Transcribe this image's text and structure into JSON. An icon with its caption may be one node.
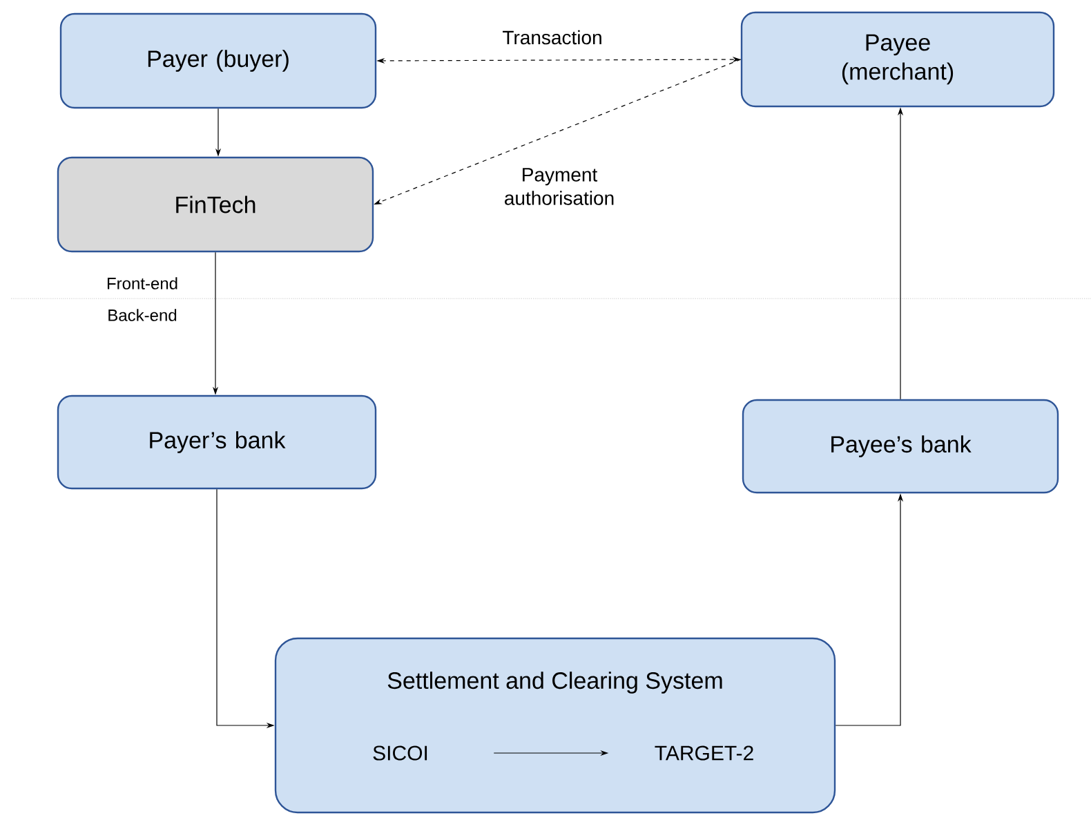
{
  "diagram": {
    "nodes": [
      {
        "text": [
          "Payer (buyer)"
        ]
      },
      {
        "text": [
          "Payee (merchant)"
        ]
      },
      {
        "text": [
          "FinTech"
        ]
      },
      {
        "text": [
          "Payer’s bank"
        ]
      },
      {
        "text": [
          "Payee’s bank"
        ]
      },
      {
        "text": [
          "Settlement and Clearing System"
        ]
      },
      {
        "text": [
          "SICOI"
        ],
        "in": 5
      },
      {
        "text": [
          "TARGET-2"
        ],
        "in": 5
      }
    ],
    "edges": [
      {
        "from": 0,
        "to": 1,
        "arrow": "both",
        "style": "dashed",
        "label": "Transaction"
      },
      {
        "from": 1,
        "to": 2,
        "arrow": "to",
        "style": "dashed",
        "label": "Payment authorisation"
      },
      {
        "from": 0,
        "to": 2,
        "arrow": "to"
      },
      {
        "from": 2,
        "to": 3,
        "arrow": "to"
      },
      {
        "from": 3,
        "to": 5,
        "arrow": "to"
      },
      {
        "from": 5,
        "to": 4,
        "arrow": "to"
      },
      {
        "from": 4,
        "to": 1,
        "arrow": "to"
      },
      {
        "from": 6,
        "to": 7,
        "arrow": "to"
      }
    ],
    "labels": [
      "Front-end",
      "Back-end"
    ]
  }
}
